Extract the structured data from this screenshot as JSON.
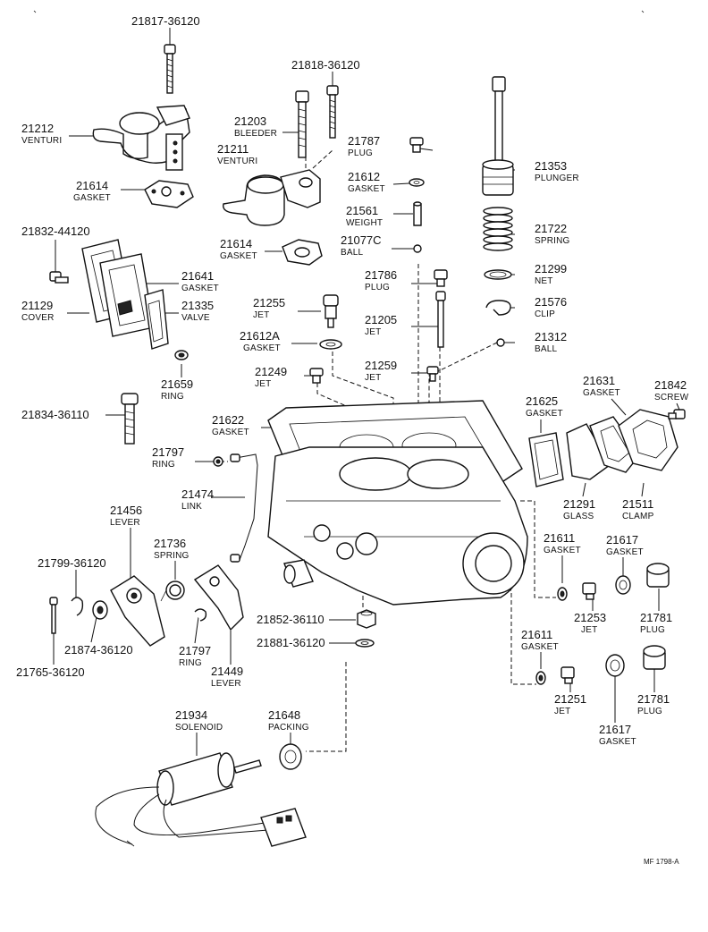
{
  "diagram": {
    "reference_code": "MF 1798-A",
    "callouts": [
      {
        "id": "c01",
        "part_no": "21817-36120",
        "name": ""
      },
      {
        "id": "c02",
        "part_no": "21818-36120",
        "name": ""
      },
      {
        "id": "c03",
        "part_no": "21212",
        "name": "VENTURI"
      },
      {
        "id": "c04",
        "part_no": "21203",
        "name": "BLEEDER"
      },
      {
        "id": "c05",
        "part_no": "21211",
        "name": "VENTURI"
      },
      {
        "id": "c06",
        "part_no": "21787",
        "name": "PLUG"
      },
      {
        "id": "c07",
        "part_no": "21612",
        "name": "GASKET"
      },
      {
        "id": "c08",
        "part_no": "21353",
        "name": "PLUNGER"
      },
      {
        "id": "c09",
        "part_no": "21614",
        "name": "GASKET"
      },
      {
        "id": "c10",
        "part_no": "21561",
        "name": "WEIGHT"
      },
      {
        "id": "c11",
        "part_no": "21722",
        "name": "SPRING"
      },
      {
        "id": "c12",
        "part_no": "21832-44120",
        "name": ""
      },
      {
        "id": "c13",
        "part_no": "21614",
        "name": "GASKET"
      },
      {
        "id": "c14",
        "part_no": "21077C",
        "name": "BALL"
      },
      {
        "id": "c15",
        "part_no": "21299",
        "name": "NET"
      },
      {
        "id": "c16",
        "part_no": "21641",
        "name": "GASKET"
      },
      {
        "id": "c17",
        "part_no": "21786",
        "name": "PLUG"
      },
      {
        "id": "c18",
        "part_no": "21129",
        "name": "COVER"
      },
      {
        "id": "c19",
        "part_no": "21335",
        "name": "VALVE"
      },
      {
        "id": "c20",
        "part_no": "21255",
        "name": "JET"
      },
      {
        "id": "c21",
        "part_no": "21576",
        "name": "CLIP"
      },
      {
        "id": "c22",
        "part_no": "21205",
        "name": "JET"
      },
      {
        "id": "c23",
        "part_no": "21612A",
        "name": "GASKET"
      },
      {
        "id": "c24",
        "part_no": "21312",
        "name": "BALL"
      },
      {
        "id": "c25",
        "part_no": "21659",
        "name": "RING"
      },
      {
        "id": "c26",
        "part_no": "21249",
        "name": "JET"
      },
      {
        "id": "c27",
        "part_no": "21259",
        "name": "JET"
      },
      {
        "id": "c28",
        "part_no": "21631",
        "name": "GASKET"
      },
      {
        "id": "c29",
        "part_no": "21842",
        "name": "SCREW"
      },
      {
        "id": "c30",
        "part_no": "21625",
        "name": "GASKET"
      },
      {
        "id": "c31",
        "part_no": "21834-36110",
        "name": ""
      },
      {
        "id": "c32",
        "part_no": "21622",
        "name": "GASKET"
      },
      {
        "id": "c33",
        "part_no": "21797",
        "name": "RING"
      },
      {
        "id": "c34",
        "part_no": "21291",
        "name": "GLASS"
      },
      {
        "id": "c35",
        "part_no": "21511",
        "name": "CLAMP"
      },
      {
        "id": "c36",
        "part_no": "21474",
        "name": "LINK"
      },
      {
        "id": "c37",
        "part_no": "21456",
        "name": "LEVER"
      },
      {
        "id": "c38",
        "part_no": "21736",
        "name": "SPRING"
      },
      {
        "id": "c39",
        "part_no": "21611",
        "name": "GASKET"
      },
      {
        "id": "c40",
        "part_no": "21617",
        "name": "GASKET"
      },
      {
        "id": "c41",
        "part_no": "21799-36120",
        "name": ""
      },
      {
        "id": "c42",
        "part_no": "21253",
        "name": "JET"
      },
      {
        "id": "c43",
        "part_no": "21781",
        "name": "PLUG"
      },
      {
        "id": "c44",
        "part_no": "21852-36110",
        "name": ""
      },
      {
        "id": "c45",
        "part_no": "21874-36120",
        "name": ""
      },
      {
        "id": "c46",
        "part_no": "21797",
        "name": "RING"
      },
      {
        "id": "c47",
        "part_no": "21881-36120",
        "name": ""
      },
      {
        "id": "c48",
        "part_no": "21611",
        "name": "GASKET"
      },
      {
        "id": "c49",
        "part_no": "21449",
        "name": "LEVER"
      },
      {
        "id": "c50",
        "part_no": "21765-36120",
        "name": ""
      },
      {
        "id": "c51",
        "part_no": "21251",
        "name": "JET"
      },
      {
        "id": "c52",
        "part_no": "21781",
        "name": "PLUG"
      },
      {
        "id": "c53",
        "part_no": "21934",
        "name": "SOLENOID"
      },
      {
        "id": "c54",
        "part_no": "21648",
        "name": "PACKING"
      },
      {
        "id": "c55",
        "part_no": "21617",
        "name": "GASKET"
      }
    ]
  }
}
